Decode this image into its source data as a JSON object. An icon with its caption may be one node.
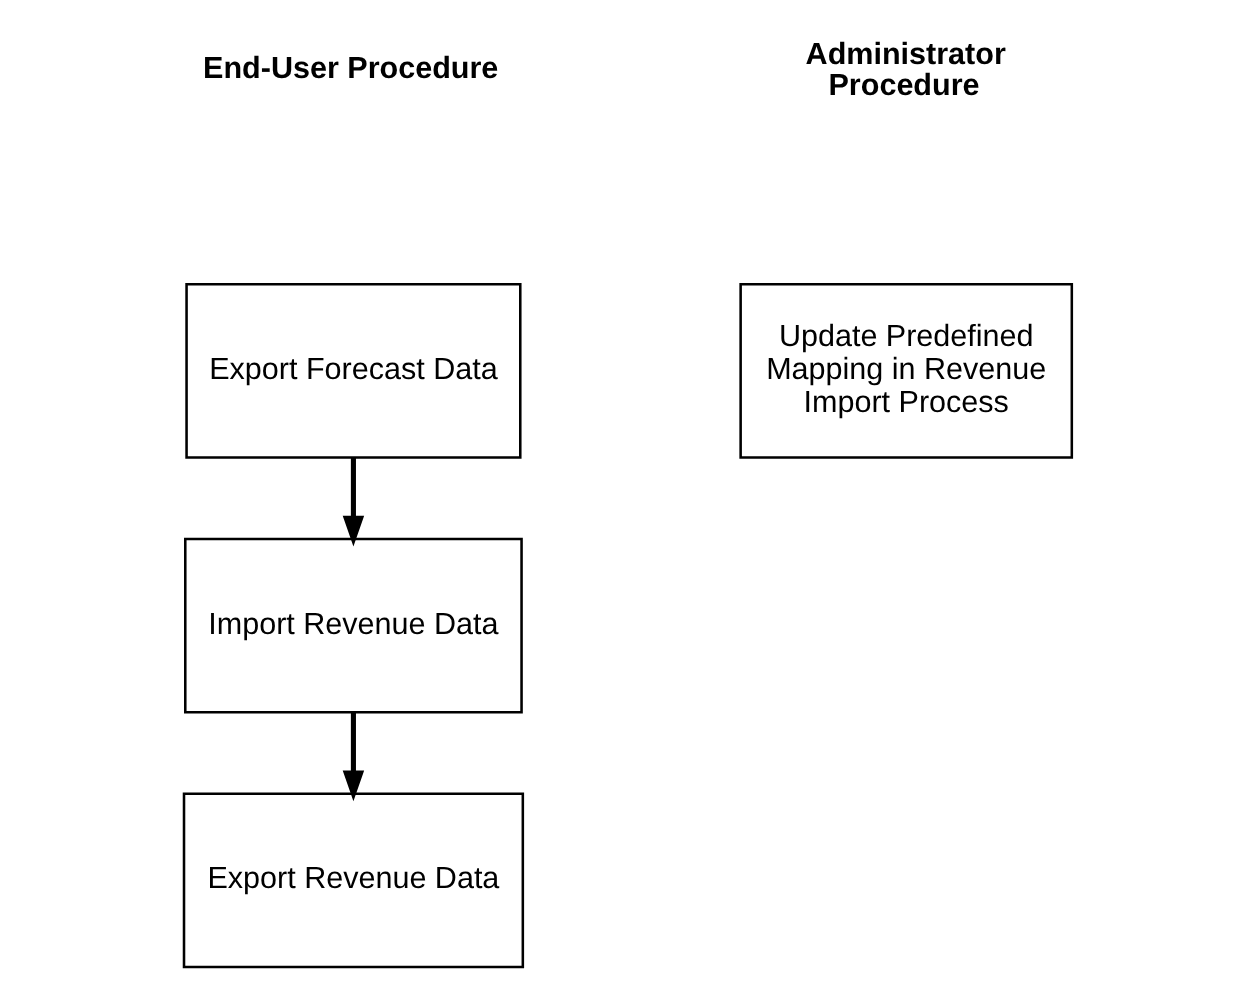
{
  "diagram": {
    "nodes": [
      {
        "text": [
          "Export Forecast Data"
        ]
      },
      {
        "text": [
          "Update Predefined Mapping in Revenue Import Process"
        ]
      },
      {
        "text": [
          "Import Revenue Data"
        ]
      },
      {
        "text": [
          "Export Revenue Data"
        ]
      }
    ],
    "edges": [
      {
        "from": 0,
        "to": 2,
        "arrow": "to"
      },
      {
        "from": 2,
        "to": 3,
        "arrow": "to"
      }
    ],
    "labels": [
      "End-User Procedure",
      "Administrator Procedure"
    ]
  }
}
